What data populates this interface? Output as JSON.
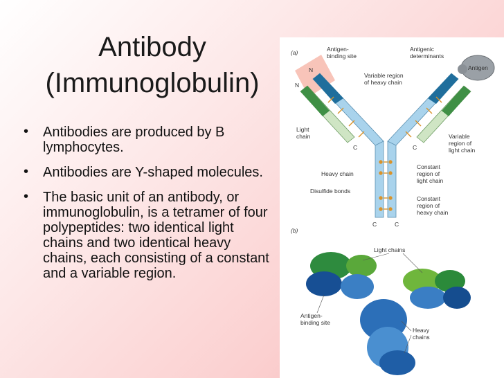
{
  "slide": {
    "title_line1": "Antibody",
    "title_line2": "(Immunoglobulin)",
    "bullets": [
      "Antibodies are produced by B lymphocytes.",
      "Antibodies are Y-shaped molecules.",
      "The basic unit of an antibody, or immunoglobulin, is a tetramer of four polypeptides: two identical light chains and two identical heavy chains, each consisting of a constant and a variable region."
    ]
  },
  "figure": {
    "panel_a": "(a)",
    "panel_b": "(b)",
    "labels": {
      "antigen_binding_site": [
        "Antigen-",
        "binding site"
      ],
      "antigenic_determinants": [
        "Antigenic",
        "determinants"
      ],
      "antigen": "Antigen",
      "variable_region_heavy": [
        "Variable region",
        "of heavy chain"
      ],
      "light_chain": [
        "Light",
        "chain"
      ],
      "variable_region_light": [
        "Variable",
        "region of",
        "light chain"
      ],
      "constant_region_light": [
        "Constant",
        "region of",
        "light chain"
      ],
      "heavy_chain": "Heavy chain",
      "disulfide_bonds": "Disulfide bonds",
      "constant_region_heavy": [
        "Constant",
        "region of",
        "heavy chain"
      ],
      "n_terminal": "N",
      "c_terminal": "C",
      "light_chains_b": "Light chains",
      "antigen_binding_site_b": [
        "Antigen-",
        "binding site"
      ],
      "heavy_chains_b": [
        "Heavy",
        "chains"
      ]
    },
    "colors": {
      "heavy_variable": "#1f6e9c",
      "heavy_constant": "#a9d3ec",
      "light_variable": "#3f8f45",
      "light_constant": "#cfe5c4",
      "disulfide": "#d9932a",
      "antigen": "#9aa0a6",
      "highlight": "#f6b5a8"
    }
  }
}
